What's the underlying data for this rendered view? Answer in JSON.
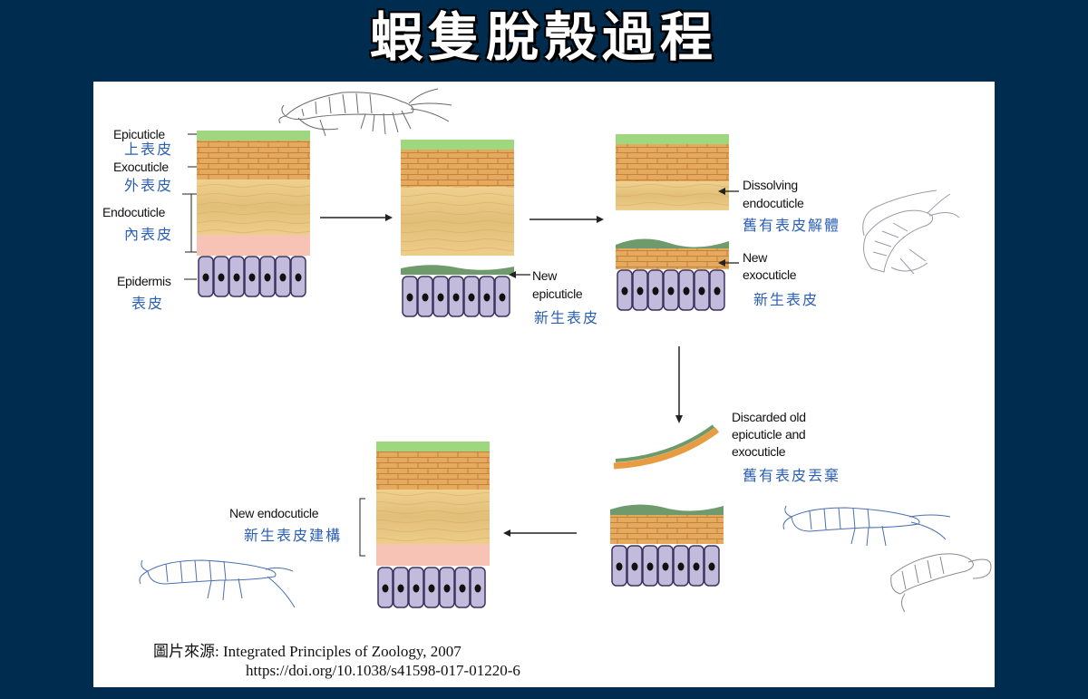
{
  "title": "蝦隻脫殼過程",
  "labels": {
    "epicuticle": "Epicuticle",
    "epicuticle_zh": "上表皮",
    "exocuticle": "Exocuticle",
    "exocuticle_zh": "外表皮",
    "endocuticle": "Endocuticle",
    "endocuticle_zh": "內表皮",
    "epidermis": "Epidermis",
    "epidermis_zh": "表皮",
    "new_epicuticle_1": "New",
    "new_epicuticle_2": "epicuticle",
    "new_epicuticle_zh": "新生表皮",
    "dissolving_1": "Dissolving",
    "dissolving_2": "endocuticle",
    "dissolving_zh": "舊有表皮解體",
    "new_exocuticle_1": "New",
    "new_exocuticle_2": "exocuticle",
    "new_exocuticle_zh": "新生表皮",
    "discarded_1": "Discarded old",
    "discarded_2": "epicuticle and",
    "discarded_3": "exocuticle",
    "discarded_zh": "舊有表皮丟棄",
    "new_endocuticle": "New endocuticle",
    "new_endocuticle_zh": "新生表皮建構"
  },
  "source": {
    "line1": "圖片來源: Integrated Principles of Zoology, 2007",
    "line2": "https://doi.org/10.1038/s41598-017-01220-6"
  },
  "colors": {
    "background": "#002d4f",
    "epicuticle": "#9ed77e",
    "exocuticle": "#e3a95c",
    "endocuticle": "#e8c886",
    "epidermis_layer": "#f6c3b5",
    "cell": "#c3bbdc",
    "new_epicuticle": "#6f9a6c",
    "chinese_text": "#2b5fb5"
  },
  "icons": [
    "shrimp-sketch-icon",
    "arrow-right-icon",
    "arrow-left-icon",
    "arrow-down-icon"
  ]
}
